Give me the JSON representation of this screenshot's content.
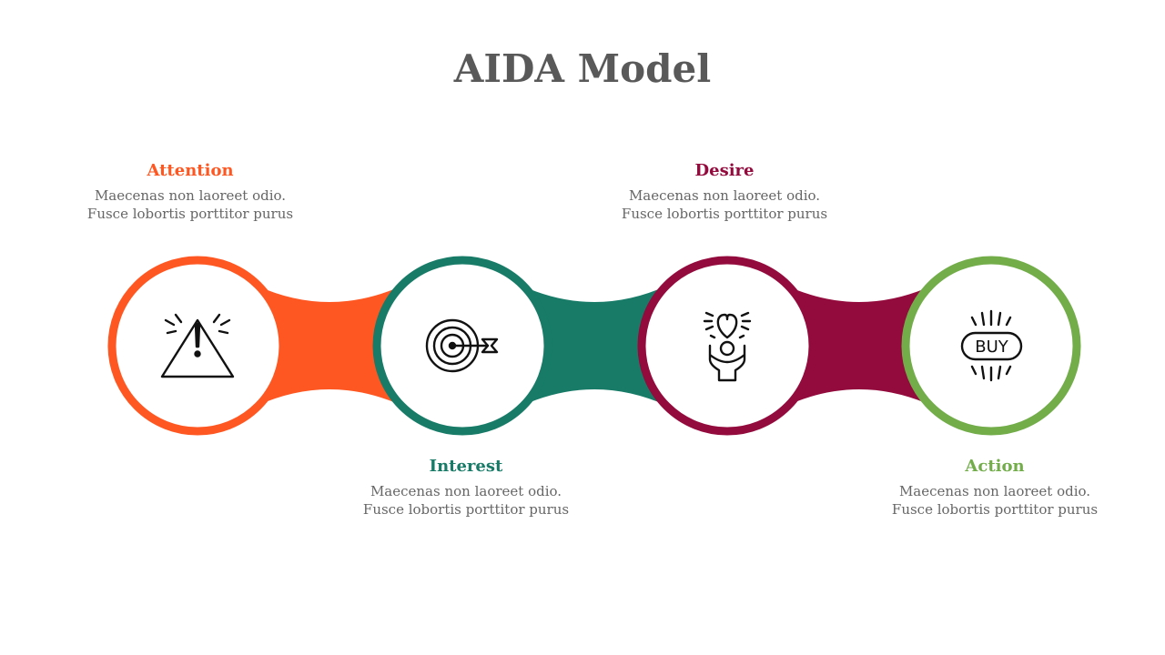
{
  "slide": {
    "title": "AIDA Model"
  },
  "colors": {
    "attention": "#FF5722",
    "interest": "#177B67",
    "desire": "#930A3C",
    "action": "#72AD4A",
    "title": "#595959",
    "body_text": "#666666"
  },
  "stages": [
    {
      "heading": "Attention",
      "description": "Maecenas non laoreet odio. Fusce lobortis porttitor purus",
      "icon": "warning-triangle-icon"
    },
    {
      "heading": "Interest",
      "description": "Maecenas non laoreet odio. Fusce lobortis porttitor purus",
      "icon": "target-arrow-icon"
    },
    {
      "heading": "Desire",
      "description": "Maecenas non laoreet odio. Fusce lobortis porttitor purus",
      "icon": "heart-hands-icon"
    },
    {
      "heading": "Action",
      "description": "Maecenas non laoreet odio. Fusce lobortis porttitor purus",
      "icon": "buy-button-icon",
      "icon_text": "BUY"
    }
  ]
}
